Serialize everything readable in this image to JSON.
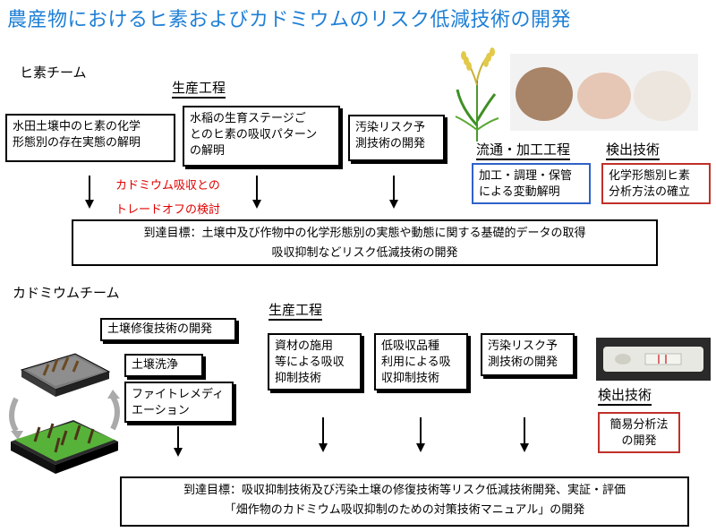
{
  "title": "農産物におけるヒ素およびカドミウムのリスク低減技術の開発",
  "arsenic": {
    "team_label": "ヒ素チーム",
    "production_heading": "生産工程",
    "box1": [
      "水田土壌中のヒ素の化学",
      "形態別の存在実態の解明"
    ],
    "box2": [
      "水稲の生育ステージご",
      "とのヒ素の吸収パターン",
      "の解明"
    ],
    "box3": [
      "汚染リスク予",
      "測技術の開発"
    ],
    "tradeoff_note": [
      "カドミウム吸収との",
      "トレードオフの検討"
    ],
    "distribution_heading": "流通・加工工程",
    "distribution_box": [
      "加工・調理・保管",
      "による変動解明"
    ],
    "detection_heading": "検出技術",
    "detection_box": [
      "化学形態別ヒ素",
      "分析方法の確立"
    ],
    "goal": [
      "到達目標：土壌中及び作物中の化学形態別の実態や動態に関する基礎的データの取得",
      "吸収抑制などリスク低減技術の開発"
    ]
  },
  "cadmium": {
    "team_label": "カドミウムチーム",
    "production_heading": "生産工程",
    "soil_remediation": "土壌修復技術の開発",
    "soil_washing": "土壌洗浄",
    "phytoremediation": [
      "ファイトレメディ",
      "エーション"
    ],
    "box_materials": [
      "資材の施用",
      "等による吸収",
      "抑制技術"
    ],
    "box_lowuptake": [
      "低吸収品種",
      "利用による吸",
      "収抑制技術"
    ],
    "box_risk": [
      "汚染リスク予",
      "測技術の開発"
    ],
    "detection_heading": "検出技術",
    "detection_box": [
      "簡易分析法",
      "の開発"
    ],
    "goal": [
      "到達目標：吸収抑制技術及び汚染土壌の修復技術等リスク低減技術開発、実証・評価",
      "「畑作物のカドミウム吸収抑制のための対策技術マニュアル」の開発"
    ]
  },
  "colors": {
    "title": "#1e7fd6",
    "blue_border": "#2f62c8",
    "red_border": "#c0302a",
    "note": "#e00000"
  }
}
